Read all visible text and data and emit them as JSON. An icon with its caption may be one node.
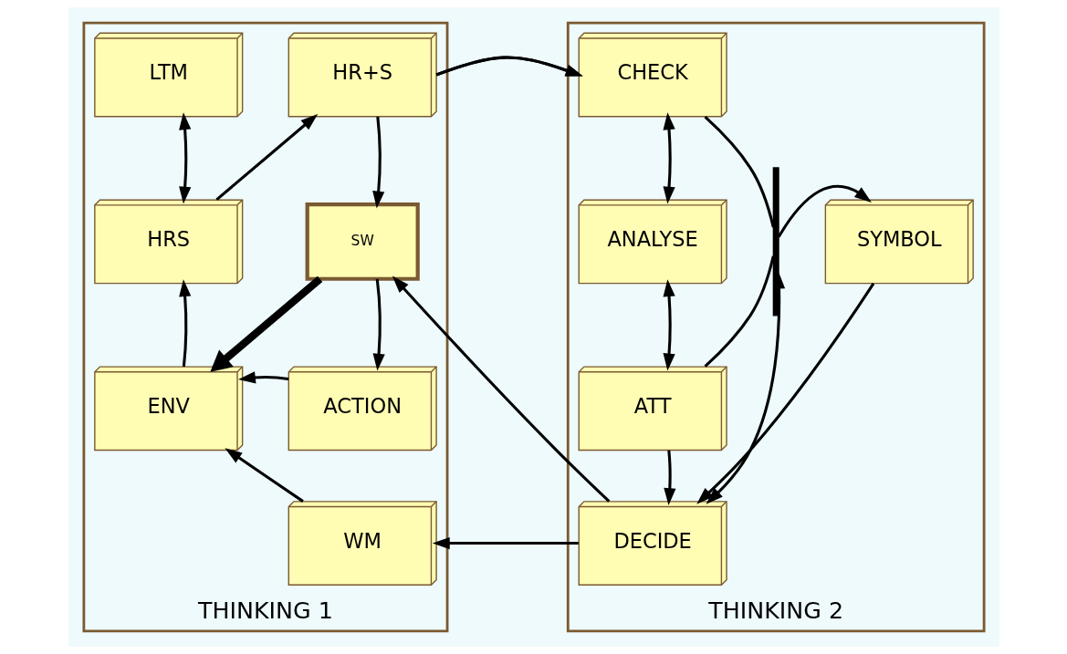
{
  "diagram": {
    "nodes": [
      {
        "text": [
          "THINKING 1"
        ]
      },
      {
        "text": [
          "LTM"
        ],
        "in": 0
      },
      {
        "text": [
          "HR+S"
        ],
        "in": 0
      },
      {
        "text": [
          "HRS"
        ],
        "in": 0
      },
      {
        "text": [
          "SW"
        ],
        "in": 0
      },
      {
        "text": [
          "ENV"
        ],
        "in": 0
      },
      {
        "text": [
          "ACTION"
        ],
        "in": 0
      },
      {
        "text": [
          "WM"
        ],
        "in": 0
      },
      {
        "text": [
          "THINKING 2"
        ]
      },
      {
        "text": [
          "CHECK"
        ],
        "in": 8
      },
      {
        "text": [],
        "shape": "bracket",
        "in": 8
      },
      {
        "text": [
          "ANALYSE"
        ],
        "in": 8
      },
      {
        "text": [
          "SYMBOL"
        ],
        "in": 8
      },
      {
        "text": [
          "ATT"
        ],
        "in": 8
      },
      {
        "text": [
          "DECIDE"
        ],
        "in": 8
      }
    ],
    "edges": [
      {
        "from": 1,
        "to": 3,
        "arrow": "both"
      },
      {
        "from": 3,
        "to": 2,
        "arrow": "to"
      },
      {
        "from": 2,
        "to": 9,
        "arrow": "to"
      },
      {
        "from": 2,
        "to": 4,
        "arrow": "to"
      },
      {
        "from": 4,
        "to": 6,
        "arrow": "to"
      },
      {
        "from": 4,
        "to": 5,
        "arrow": "to",
        "style": "thick"
      },
      {
        "from": 5,
        "to": 3,
        "arrow": "to"
      },
      {
        "from": 6,
        "to": 5,
        "arrow": "to"
      },
      {
        "from": 7,
        "to": 5,
        "arrow": "to"
      },
      {
        "from": 9,
        "to": 11,
        "arrow": "both"
      },
      {
        "from": 11,
        "to": 13,
        "arrow": "both"
      },
      {
        "from": 9,
        "to": 10,
        "arrow": "none"
      },
      {
        "from": 13,
        "to": 10,
        "arrow": "none"
      },
      {
        "from": 10,
        "to": 12,
        "arrow": "to"
      },
      {
        "from": 14,
        "to": 10,
        "arrow": "both"
      },
      {
        "from": 13,
        "to": 14,
        "arrow": "to"
      },
      {
        "from": 12,
        "to": 14,
        "arrow": "to"
      },
      {
        "from": 14,
        "to": 7,
        "arrow": "to"
      },
      {
        "from": 14,
        "to": 4,
        "arrow": "to"
      }
    ]
  }
}
